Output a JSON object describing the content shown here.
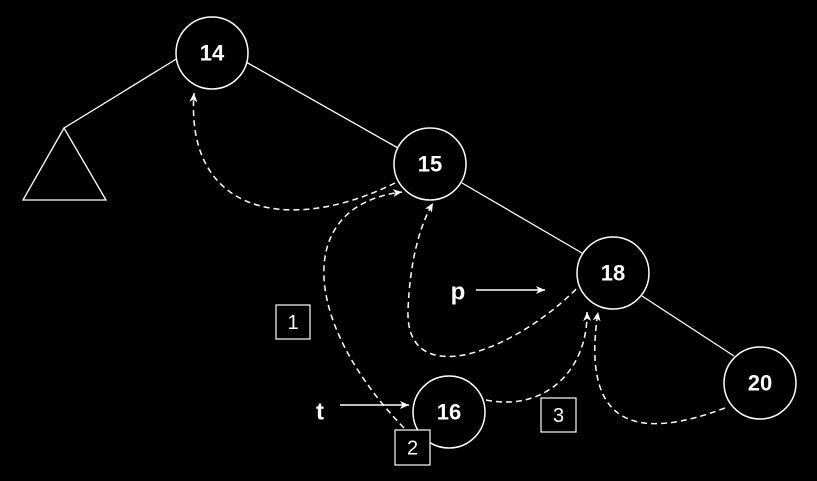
{
  "colors": {
    "background": "#000000",
    "foreground": "#ffffff"
  },
  "nodes": {
    "n14": "14",
    "n15": "15",
    "n18": "18",
    "n16": "16",
    "n20": "20"
  },
  "pointers": {
    "p": "p",
    "t": "t"
  },
  "steps": {
    "s1": "1",
    "s2": "2",
    "s3": "3"
  }
}
